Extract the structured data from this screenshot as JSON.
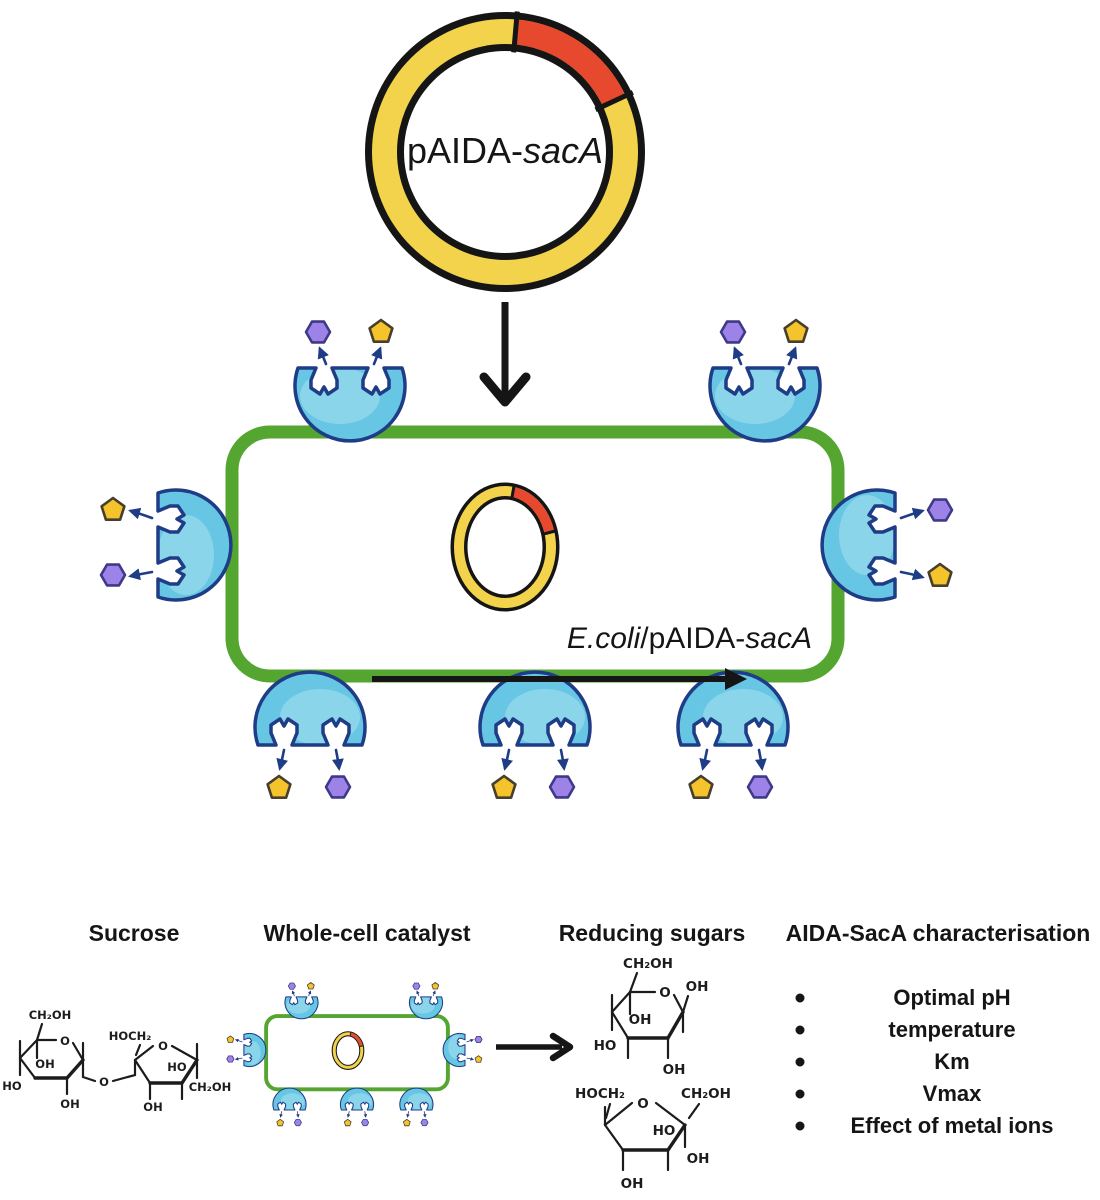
{
  "colors": {
    "ink": "#151515",
    "plasmid_yellow": "#F2D34B",
    "plasmid_red": "#E6492D",
    "cell_green": "#54A631",
    "enzyme_blue": "#66C6E4",
    "enzyme_highlight": "#97DAEC",
    "enzyme_outline": "#1F3C86",
    "pentagon_yellow": "#F5C32B",
    "pentagon_outline": "#473F2D",
    "hexagon_purple": "#9D83E8",
    "hexagon_outline": "#3E3A87",
    "chem_ink": "#1C1C1C"
  },
  "plasmid": {
    "prefix": "pAIDA-",
    "gene": "sacA"
  },
  "cell": {
    "host": "E.coli",
    "slash": "/",
    "prefix": "pAIDA-",
    "gene": "sacA"
  },
  "columns": [
    {
      "title": "Sucrose"
    },
    {
      "title": "Whole-cell catalyst"
    },
    {
      "title": "Reducing sugars"
    },
    {
      "title": "AIDA-SacA characterisation"
    }
  ],
  "list": {
    "bullets": [
      "Optimal pH",
      "temperature",
      "Km",
      "Vmax",
      "Effect of metal ions"
    ]
  },
  "chem": {
    "O": "O",
    "OH": "OH",
    "HO": "HO",
    "CH2OH": "CH₂OH",
    "HOCH2": "HOCH₂"
  }
}
